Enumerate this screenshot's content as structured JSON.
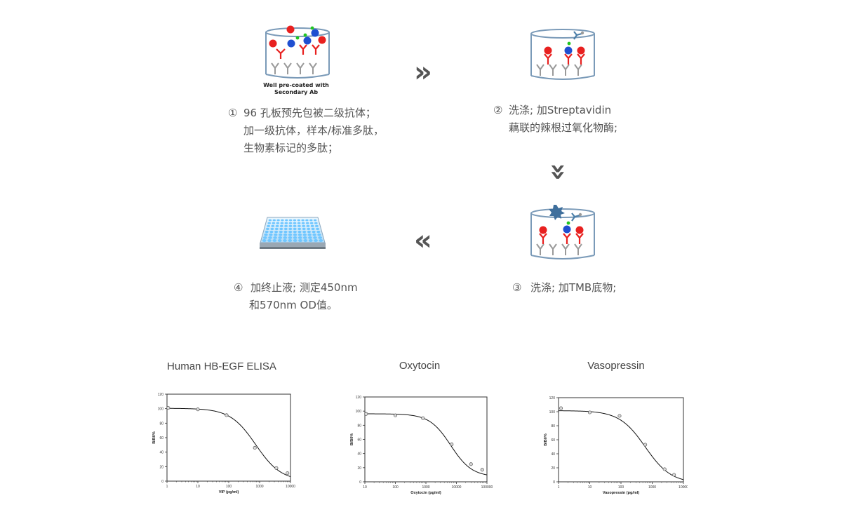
{
  "steps": [
    {
      "num": "①",
      "lines": [
        "96 孔板预先包被二级抗体；",
        "加一级抗体，样本/标准多肽，",
        "生物素标记的多肽；"
      ],
      "well_caption": [
        "Well pre-coated with",
        "Secondary Ab"
      ]
    },
    {
      "num": "②",
      "lines": [
        "洗涤; 加Streptavidin",
        "藕联的辣根过氧化物酶;"
      ]
    },
    {
      "num": "③",
      "lines": [
        "洗涤; 加TMB底物;"
      ]
    },
    {
      "num": "④",
      "lines": [
        "加终止液; 测定450nm",
        "和570nm OD值。"
      ]
    }
  ],
  "arrows": {
    "right": "»",
    "down": "»",
    "left": "«"
  },
  "colors": {
    "antibody_red": "#e8201f",
    "peptide_blue": "#1f4fd1",
    "biotin_green": "#22c522",
    "secondary_ab_gray": "#9a9a9a",
    "well_outline": "#7a9ab8",
    "plate_blue": "#6fc6ff"
  },
  "chart_data": [
    {
      "type": "line",
      "title": "Human HB-EGF ELISA",
      "xlabel": "VIP (pg/ml)",
      "ylabel": "B/B0%",
      "xscale": "log",
      "xlim": [
        1,
        10000
      ],
      "ylim": [
        0,
        120
      ],
      "xticks": [
        "1",
        "10",
        "100",
        "1000",
        "10000"
      ],
      "yticks": [
        "0",
        "20",
        "40",
        "60",
        "80",
        "100",
        "120"
      ],
      "points": [
        [
          1.1,
          101
        ],
        [
          10,
          99
        ],
        [
          85,
          91
        ],
        [
          700,
          46
        ],
        [
          3500,
          18
        ],
        [
          8000,
          11
        ]
      ],
      "curve": {
        "top": 100.5,
        "bottom": 0,
        "ec50": 750,
        "hill": 1.05,
        "xmax": 10000
      }
    },
    {
      "type": "line",
      "title": "Oxytocin",
      "xlabel": "Oxytocin (pg/ml)",
      "ylabel": "B/B0%",
      "xscale": "log",
      "xlim": [
        10,
        100000
      ],
      "ylim": [
        0,
        120
      ],
      "xticks": [
        "10",
        "100",
        "1000",
        "10000",
        "100000"
      ],
      "yticks": [
        "0",
        "20",
        "40",
        "60",
        "80",
        "100",
        "120"
      ],
      "points": [
        [
          11,
          96
        ],
        [
          100,
          94
        ],
        [
          800,
          90
        ],
        [
          7000,
          53
        ],
        [
          30000,
          25
        ],
        [
          70000,
          17
        ]
      ],
      "curve": {
        "top": 96.2,
        "bottom": 7,
        "ec50": 6500,
        "hill": 1.25,
        "xmax": 100000
      }
    },
    {
      "type": "line",
      "title": "Vasopressin",
      "xlabel": "Vasopressin (pg/ml)",
      "ylabel": "B/B0%",
      "xscale": "log",
      "xlim": [
        1,
        10000
      ],
      "ylim": [
        0,
        120
      ],
      "xticks": [
        "1",
        "10",
        "100",
        "1000",
        "10000"
      ],
      "yticks": [
        "0",
        "20",
        "40",
        "60",
        "80",
        "100",
        "120"
      ],
      "points": [
        [
          1.2,
          105
        ],
        [
          10,
          99
        ],
        [
          90,
          94
        ],
        [
          600,
          53
        ],
        [
          2500,
          18
        ],
        [
          5000,
          10
        ]
      ],
      "curve": {
        "top": 101.5,
        "bottom": -2,
        "ec50": 600,
        "hill": 1.05,
        "xmax": 10000
      }
    }
  ]
}
